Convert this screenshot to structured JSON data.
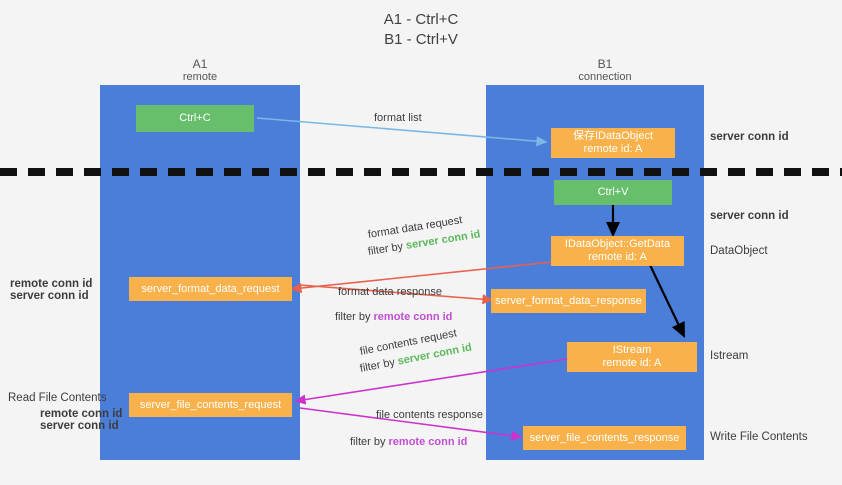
{
  "title": {
    "line1": "A1 - Ctrl+C",
    "line2": "B1 - Ctrl+V"
  },
  "columns": [
    {
      "name": "A1",
      "sub": "remote"
    },
    {
      "name": "B1",
      "sub": "connection"
    }
  ],
  "boxes": {
    "ctrl_c": "Ctrl+C",
    "ctrl_v": "Ctrl+V",
    "save_dataobject_l1": "保存IDataObject",
    "save_dataobject_l2": "remote id: A",
    "getdata_l1": "IDataObject::GetData",
    "getdata_l2": "remote id: A",
    "istream_l1": "IStream",
    "istream_l2": "remote id: A",
    "server_format_data_request": "server_format_data_request",
    "server_format_data_response": "server_format_data_response",
    "server_file_contents_request": "server_file_contents_request",
    "server_file_contents_response": "server_file_contents_response"
  },
  "edge_labels": {
    "format_list": "format list",
    "format_data_request": "format data request",
    "format_data_response": "format data response",
    "file_contents_request": "file contents request",
    "file_contents_response": "file contents response",
    "filter_by": "filter by",
    "server_conn_id": "server conn id",
    "remote_conn_id": "remote conn id"
  },
  "right_labels": {
    "server_conn_id_top": "server conn id",
    "server_conn_id_mid": "server conn id",
    "dataobject": "DataObject",
    "istream": "Istream",
    "write_file_contents": "Write File Contents"
  },
  "left_labels": {
    "remote_conn_id_1": "remote conn id",
    "server_conn_id_1": "server conn id",
    "read_file_contents": "Read File Contents",
    "remote_conn_id_2": "remote conn id",
    "server_conn_id_2": "server conn id"
  },
  "colors": {
    "lane": "#4a7ed8",
    "orange": "#f9b24b",
    "green": "#68bf6b",
    "green_text": "#5cb85c",
    "purple_text": "#c04fd0",
    "arrow_blue": "#7ab8e8",
    "arrow_red": "#e8614d",
    "arrow_magenta": "#cc33cc",
    "arrow_black": "#000000",
    "background": "#f4f4f4"
  }
}
